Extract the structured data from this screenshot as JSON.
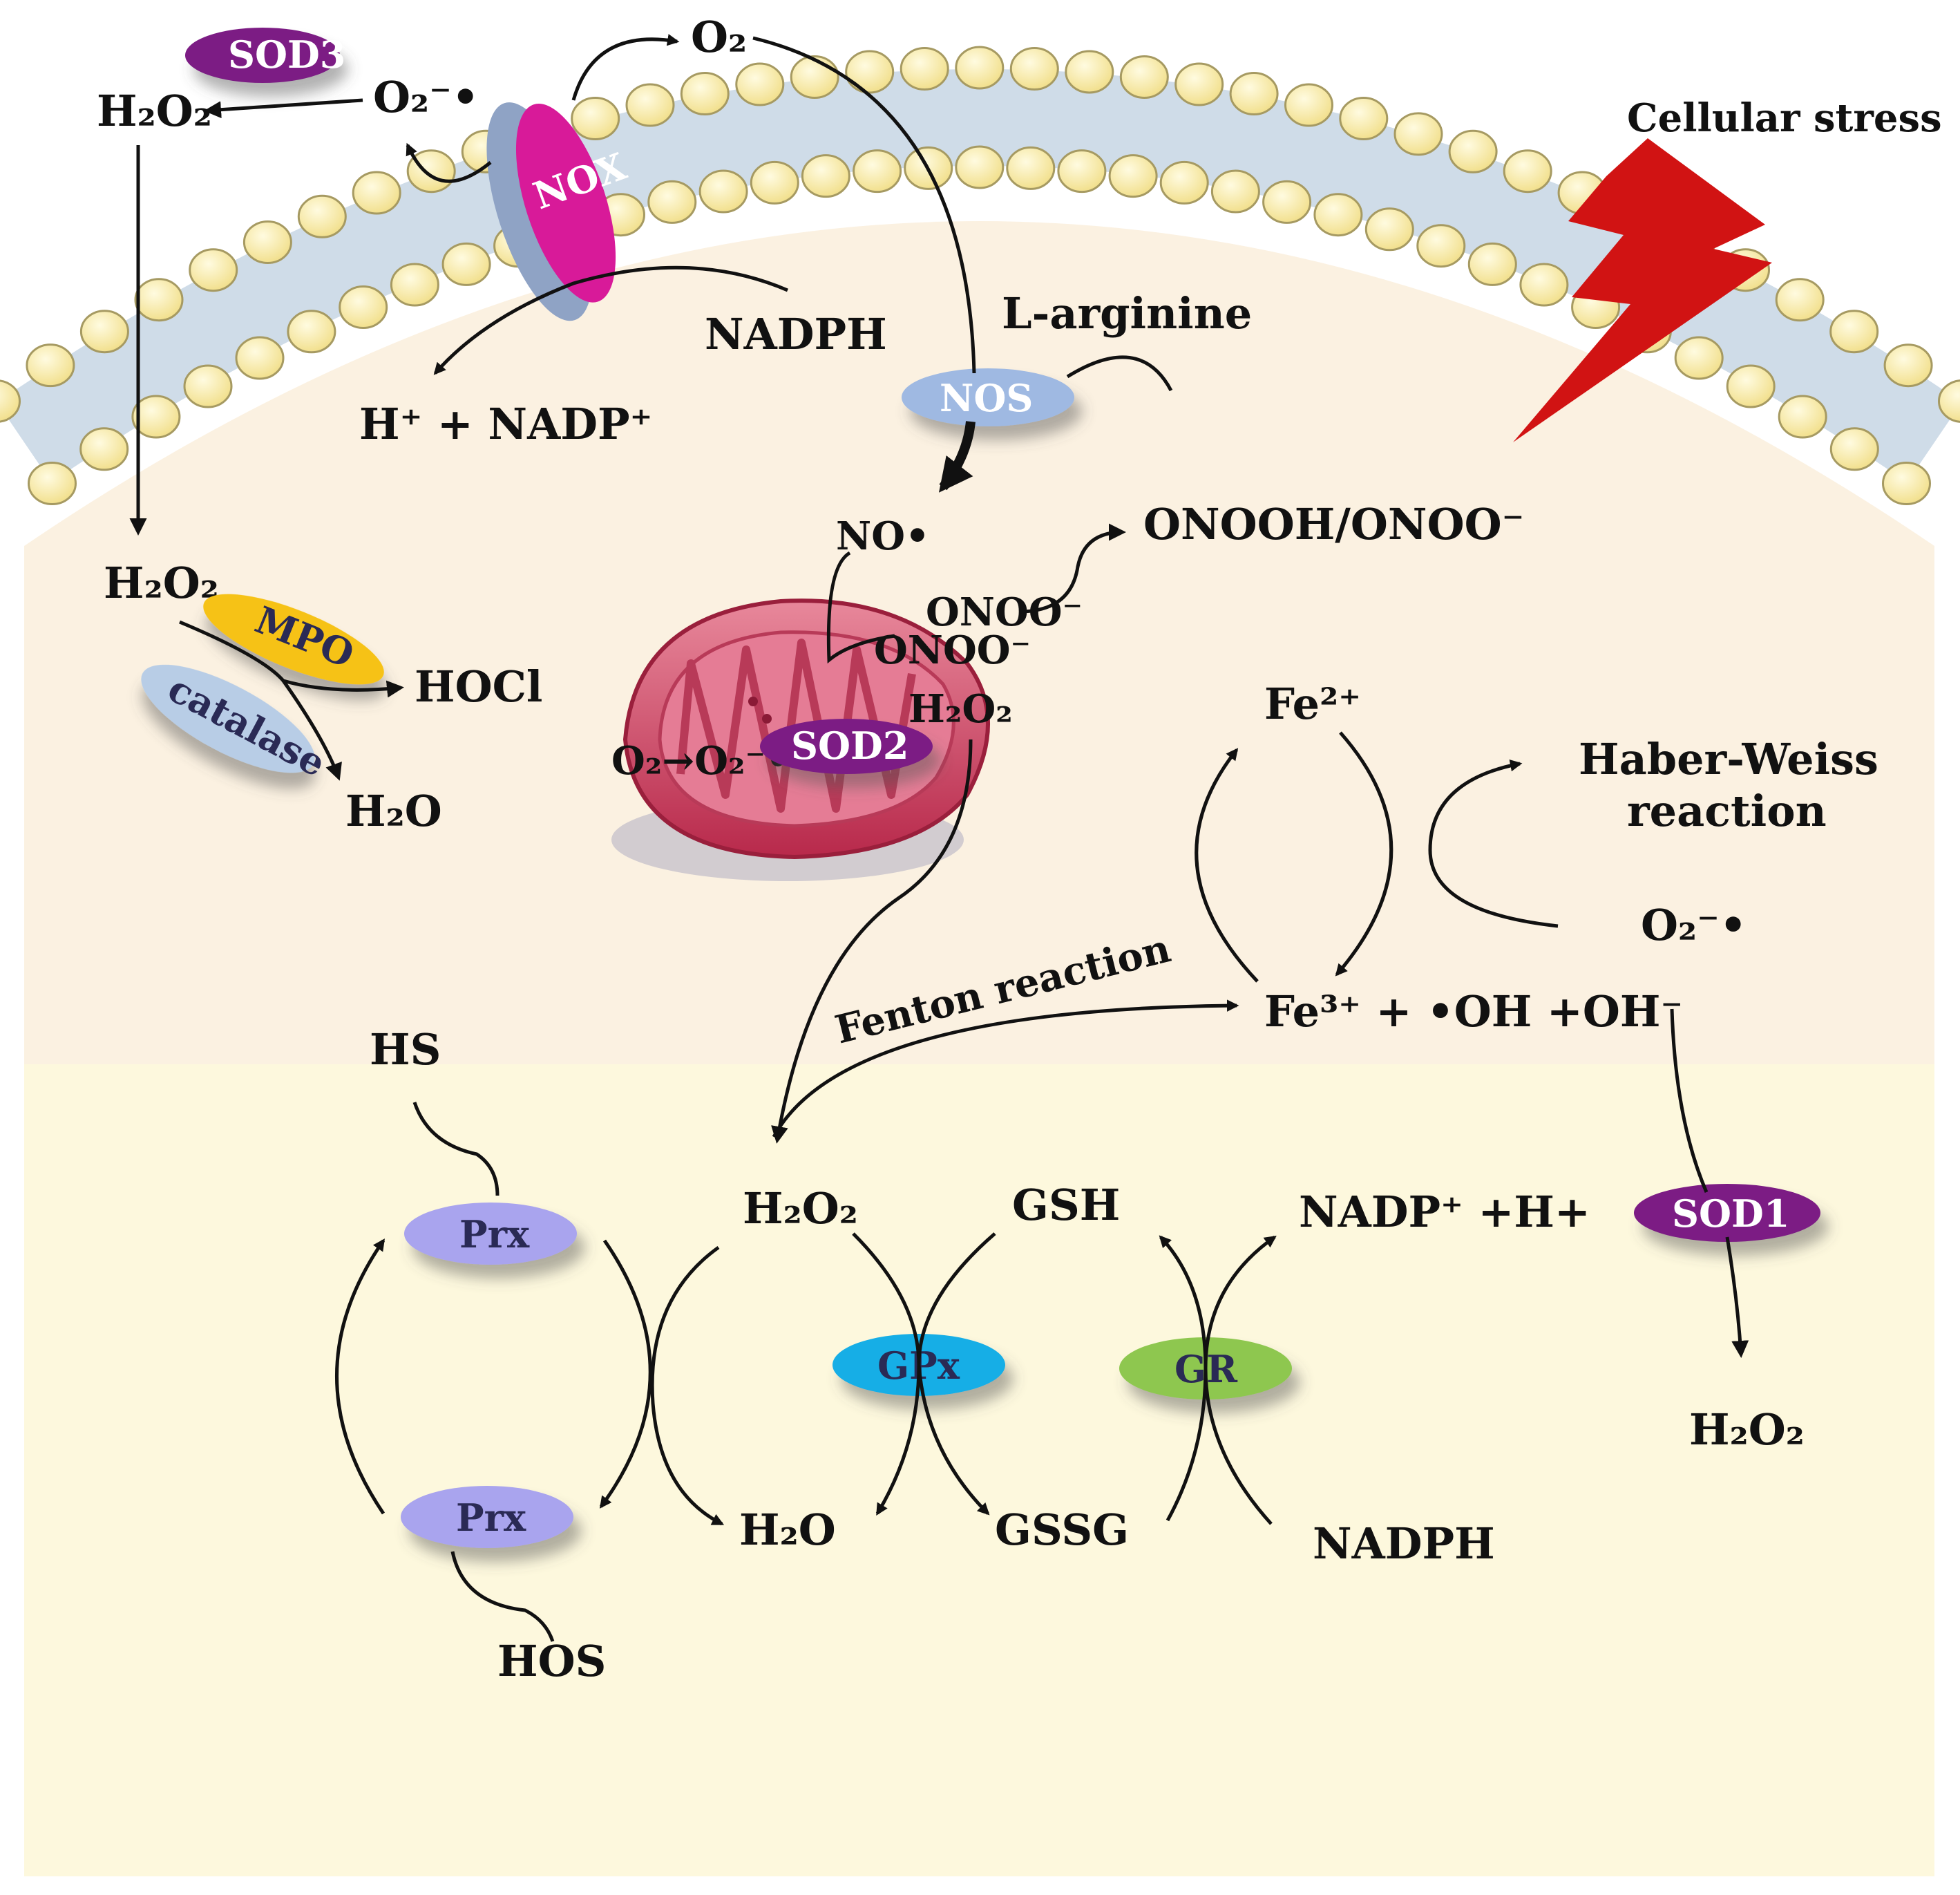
{
  "colors": {
    "cytoplasm_top": "#fbf1e1",
    "cytoplasm_bottom": "#fdf8dd",
    "lipid_head": "#f8ebaa",
    "lipid_head_stroke": "#a69a62",
    "membrane_core": "#cfdce8",
    "sod_purple": "#7c1f84",
    "mpo_yellow": "#f6c216",
    "catalase_blue": "#b8cde6",
    "nos_blue": "#9fb9e2",
    "prx_lavender": "#a9a4ee",
    "gpx_cyan": "#17aee6",
    "gr_green": "#8ec74f",
    "nox_magenta": "#d81a99",
    "nox_grey": "#8fa3c5",
    "mito_red": "#d64b6b",
    "stress_red": "#d11313"
  },
  "icons": {
    "stress": "lightning-bolt-icon",
    "mitochondrion": "mitochondrion-icon",
    "nox": "nox-transmembrane-protein-icon"
  },
  "labels": {
    "sod3": "SOD3",
    "h2o2_top_left": "H₂O₂",
    "o2_radical_top": "O₂⁻•",
    "o2_top": "O₂",
    "nox": "NOX",
    "nadph_top": "NADPH",
    "h_nadp_top": "H⁺ + NADP⁺",
    "l_arginine": "L-arginine",
    "nos": "NOS",
    "cellular_stress": "Cellular stress",
    "no_radical": "NO•",
    "onooh": "ONOOH/ONOO⁻",
    "h2o2_mpo": "H₂O₂",
    "mpo": "MPO",
    "hocl": "HOCl",
    "catalase": "catalase",
    "h2o_left": "H₂O",
    "onoo_top": "ONOO⁻",
    "onoo_mito": "ONOO⁻",
    "h2o2_mito": "H₂O₂",
    "o2_to_o2radical": "O₂→O₂⁻•",
    "sod2": "SOD2",
    "fe2": "Fe²⁺",
    "haber_weiss_1": "Haber-Weiss",
    "haber_weiss_2": "reaction",
    "o2_radical_right": "O₂⁻•",
    "fenton": "Fenton reaction",
    "fe3": "Fe³⁺ + •OH +OH⁻",
    "hs": "HS",
    "prx_top": "Prx",
    "prx_bottom": "Prx",
    "hos": "HOS",
    "h2o2_center": "H₂O₂",
    "gsh": "GSH",
    "nadp_h": "NADP⁺ +H+",
    "gpx": "GPx",
    "gr": "GR",
    "h2o_bottom": "H₂O",
    "gssg": "GSSG",
    "nadph_bottom": "NADPH",
    "sod1": "SOD1",
    "h2o2_bottom_right": "H₂O₂"
  }
}
